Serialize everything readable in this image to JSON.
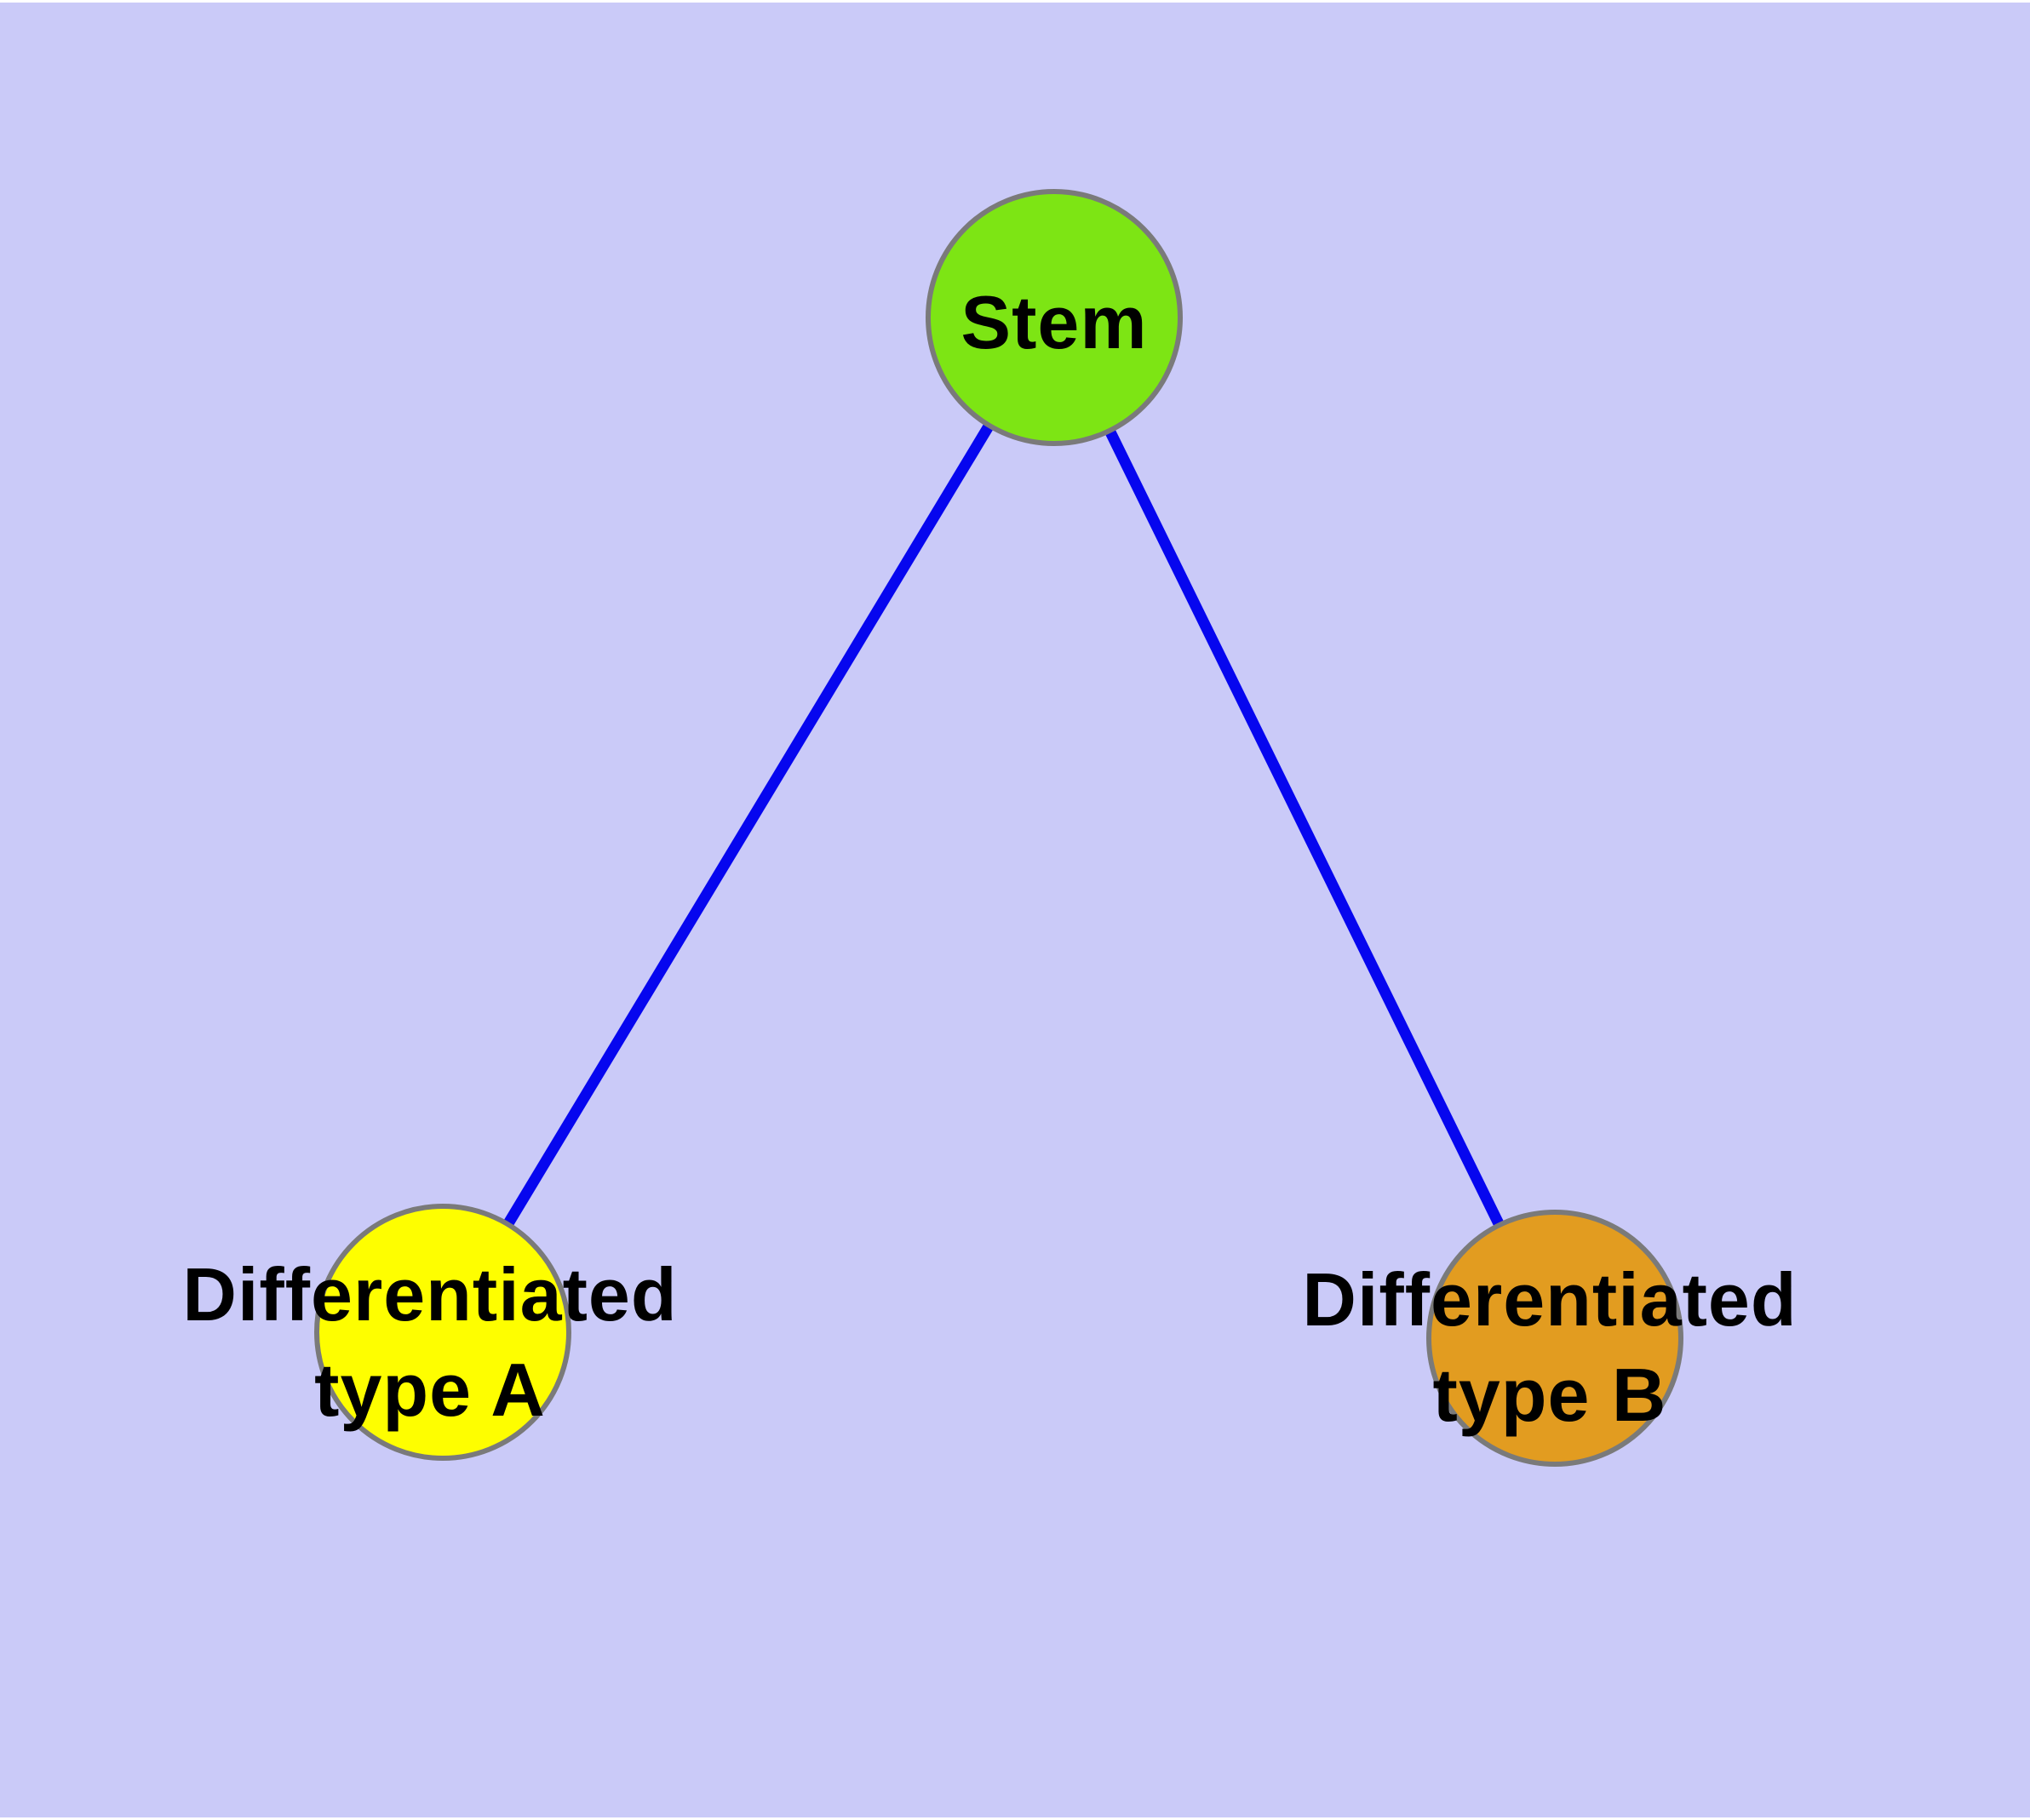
{
  "diagram": {
    "type": "graph",
    "background": "#cacaf8",
    "node_border_color": "#7a7a7a",
    "label_color": "#000000",
    "nodes": {
      "stem": {
        "label": "Stem",
        "color": "#7de514"
      },
      "typeA": {
        "label": "Differentiated\ntype A",
        "color": "#fefe00"
      },
      "typeB": {
        "label": "Differentiated\ntype B",
        "color": "#e29c20"
      }
    },
    "edges": {
      "color": "#0606ef",
      "items": [
        {
          "from": "Stem",
          "to": "Differentiated type A"
        },
        {
          "from": "Stem",
          "to": "Differentiated type B"
        }
      ]
    }
  }
}
